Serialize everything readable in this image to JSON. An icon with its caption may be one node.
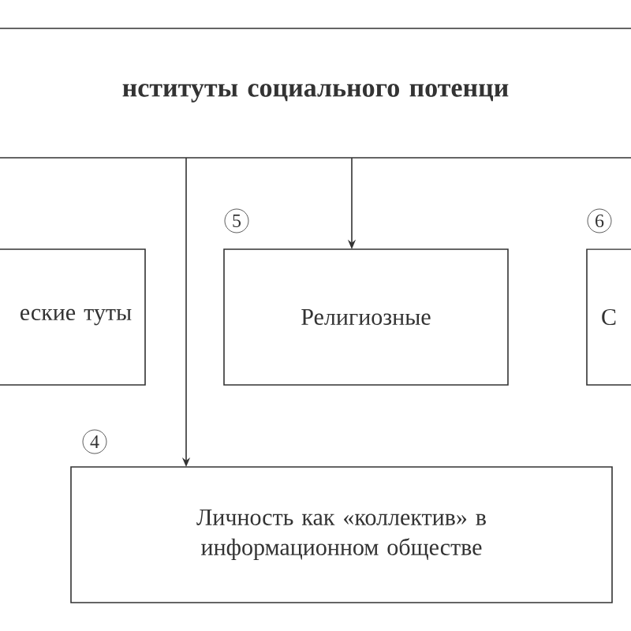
{
  "diagram": {
    "nodes": [
      {
        "text": [
          "нституты социального потенци"
        ]
      },
      {
        "text": [
          "еские туты"
        ]
      },
      {
        "text": [
          "Религиозные"
        ],
        "beside": [
          "5"
        ]
      },
      {
        "text": [
          "С"
        ],
        "beside": [
          "6"
        ]
      },
      {
        "text": [
          "Личность как «коллектив» в информационном обществе"
        ],
        "beside": [
          "4"
        ]
      }
    ],
    "edges": [
      {
        "from": 0,
        "to": 2,
        "arrow": "to"
      },
      {
        "from": 0,
        "to": 4,
        "arrow": "to"
      }
    ]
  }
}
